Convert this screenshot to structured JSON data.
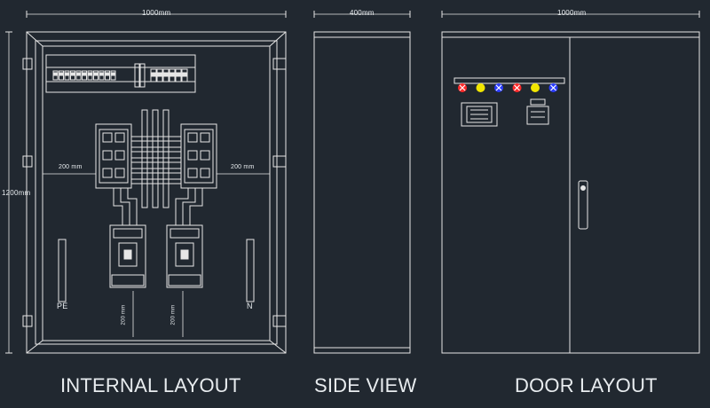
{
  "titles": {
    "internal": "INTERNAL LAYOUT",
    "side": "SIDE VIEW",
    "door": "DOOR LAYOUT"
  },
  "dimensions": {
    "internal_width": "1000mm",
    "internal_height": "1200mm",
    "side_width": "400mm",
    "door_width": "1000mm",
    "clearance_left": "200 mm",
    "clearance_right": "200 mm",
    "clearance_bottom_1": "200 mm",
    "clearance_bottom_2": "200 mm"
  },
  "markers": {
    "pe": "PE",
    "n": "N"
  },
  "colors": {
    "background": "#212830",
    "line": "#e6e6e6",
    "lamp_red": "#ff2a2a",
    "lamp_yellow": "#f2e600",
    "lamp_blue": "#2a3cff"
  },
  "door_lamps": [
    "red-cross",
    "yellow",
    "blue-cross",
    "red-cross",
    "yellow",
    "blue-cross"
  ]
}
